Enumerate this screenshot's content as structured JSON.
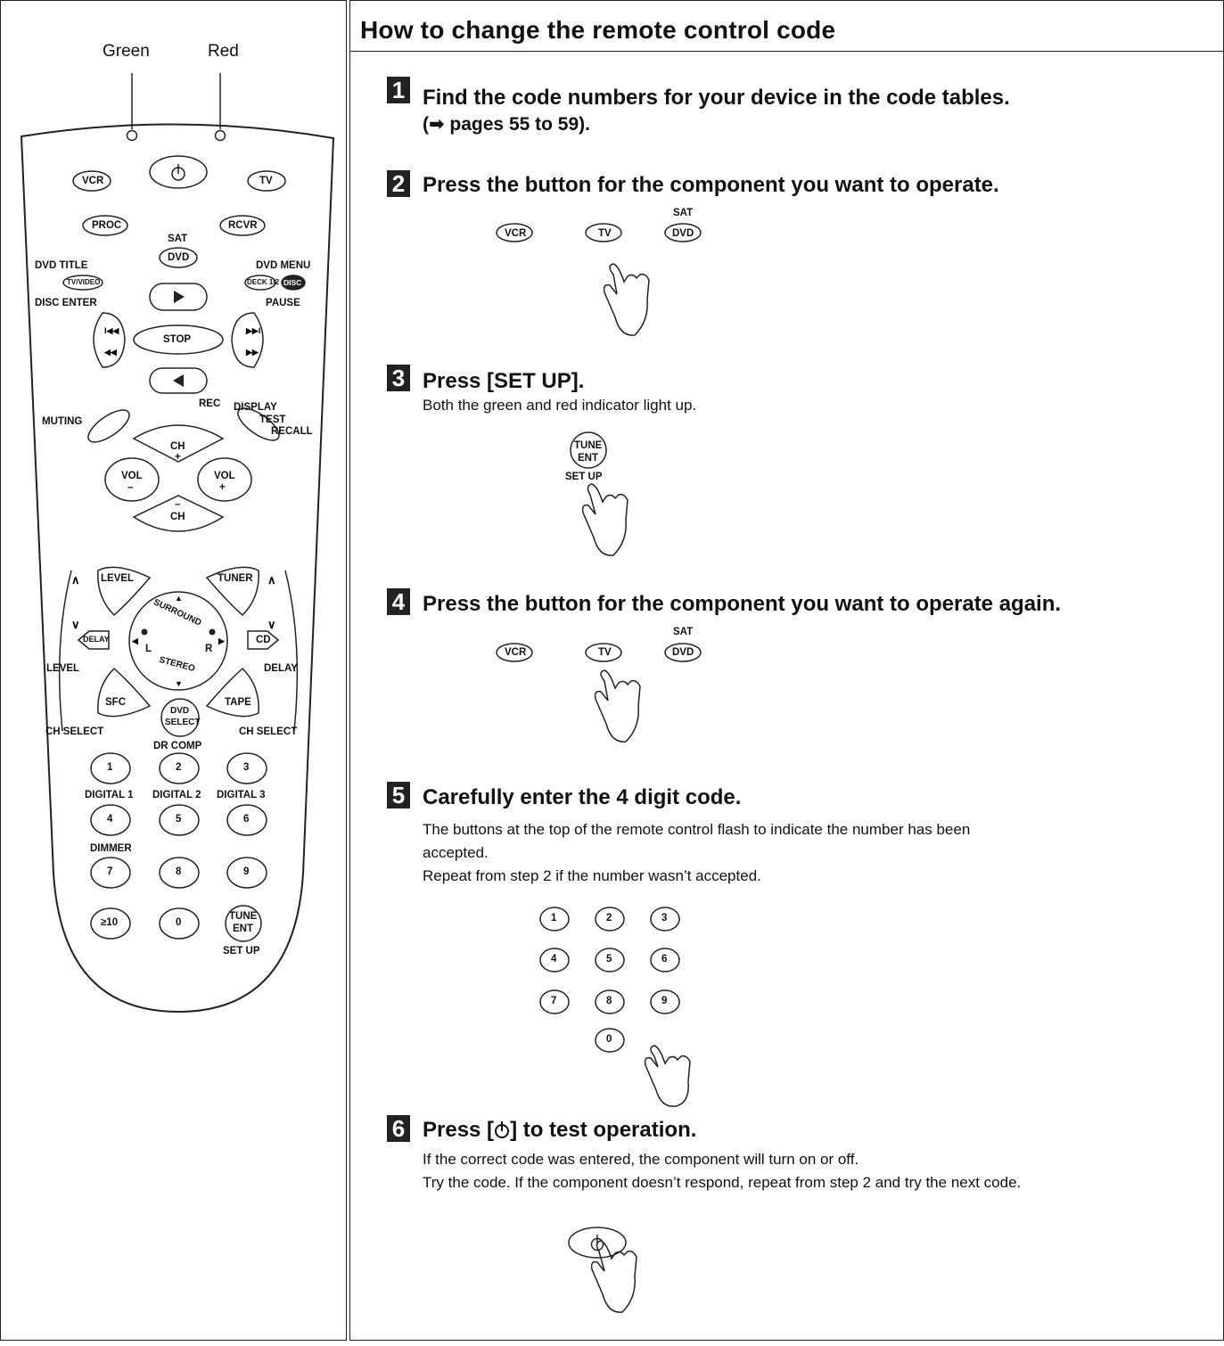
{
  "header": {
    "title": "How to change the remote control code"
  },
  "indicators": {
    "green": "Green",
    "red": "Red"
  },
  "remote": {
    "vcr": "VCR",
    "tv": "TV",
    "proc": "PROC",
    "rcvr": "RCVR",
    "sat": "SAT",
    "dvd": "DVD",
    "dvd_title": "DVD TITLE",
    "dvd_menu": "DVD MENU",
    "tvvideo": "TV/VIDEO",
    "deck": "DECK 1/2",
    "disc": "DISC",
    "disc_enter": "DISC ENTER",
    "pause": "PAUSE",
    "stop": "STOP",
    "rec": "REC",
    "muting": "MUTING",
    "display": "DISPLAY",
    "test": "TEST",
    "recall": "RECALL",
    "ch": "CH",
    "vol": "VOL",
    "plus": "+",
    "minus": "–",
    "level": "LEVEL",
    "tuner": "TUNER",
    "delay": "DELAY",
    "cd": "CD",
    "surround": "SURROUND",
    "stereo": "STEREO",
    "l": "L",
    "r": "R",
    "sfc": "SFC",
    "tape": "TAPE",
    "dvd_select_1": "DVD",
    "dvd_select_2": "SELECT",
    "ch_select": "CH SELECT",
    "dr_comp": "DR COMP",
    "digital1": "DIGITAL 1",
    "digital2": "DIGITAL 2",
    "digital3": "DIGITAL 3",
    "dimmer": "DIMMER",
    "n1": "1",
    "n2": "2",
    "n3": "3",
    "n4": "4",
    "n5": "5",
    "n6": "6",
    "n7": "7",
    "n8": "8",
    "n9": "9",
    "n0": "0",
    "ge10": "≥10",
    "tune": "TUNE",
    "ent": "ENT",
    "set_up": "SET UP"
  },
  "steps": [
    {
      "num": "1",
      "title": "Find the code numbers for your device in the code tables.",
      "sub": "(➡ pages 55 to 59)."
    },
    {
      "num": "2",
      "title": "Press the button for the component you want to operate."
    },
    {
      "num": "3",
      "title": "Press [SET UP].",
      "body": "Both the green and red indicator light up."
    },
    {
      "num": "4",
      "title": "Press the button for the component you want to operate again."
    },
    {
      "num": "5",
      "title": "Carefully enter the 4 digit code.",
      "body1": "The buttons at the top of the remote control flash to indicate the number has been",
      "body2": "accepted.",
      "body3": "Repeat from step 2 if the number wasn’t accepted."
    },
    {
      "num": "6",
      "title_a": "Press [",
      "title_b": "] to test operation.",
      "body1": "If the correct code was entered, the component will turn on or off.",
      "body2": "Try the code. If the component doesn’t respond, repeat from step 2 and try the next code."
    }
  ]
}
